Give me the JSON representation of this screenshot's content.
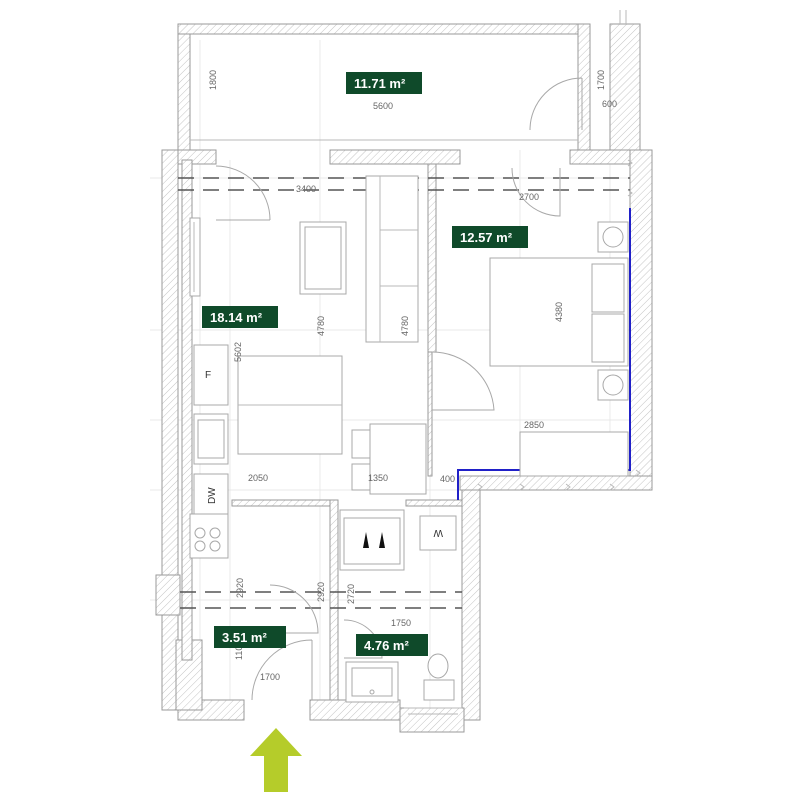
{
  "rooms": {
    "balcony": {
      "area": "11.71 m²"
    },
    "bedroom": {
      "area": "12.57 m²"
    },
    "living": {
      "area": "18.14 m²"
    },
    "hall": {
      "area": "3.51 m²"
    },
    "bathroom": {
      "area": "4.76 m²"
    }
  },
  "dimensions": {
    "balcony_height": "1800",
    "balcony_width": "5600",
    "balcony_door_height": "1700",
    "balcony_side": "600",
    "living_width": "3400",
    "bedroom_width": "2700",
    "living_depth": "4780",
    "sofa_depth": "4780",
    "bedroom_depth": "4380",
    "kitchen_run": "5602",
    "bedroom_lower": "2850",
    "kitchen_width": "2050",
    "table_width": "1350",
    "corridor_gap": "400",
    "hall_left": "2920",
    "hall_mid": "2920",
    "bath_height": "2720",
    "bath_width": "1750",
    "hall_height": "1100",
    "hall_width": "1700"
  },
  "appliances": {
    "fridge": "F",
    "dishwasher": "DW",
    "washer": "W"
  },
  "colors": {
    "label_bg": "#0f4a2a",
    "entrance_arrow": "#b5cc2a",
    "window_blue": "#2020c8"
  },
  "icons": {
    "entrance": "entrance-arrow-icon"
  }
}
